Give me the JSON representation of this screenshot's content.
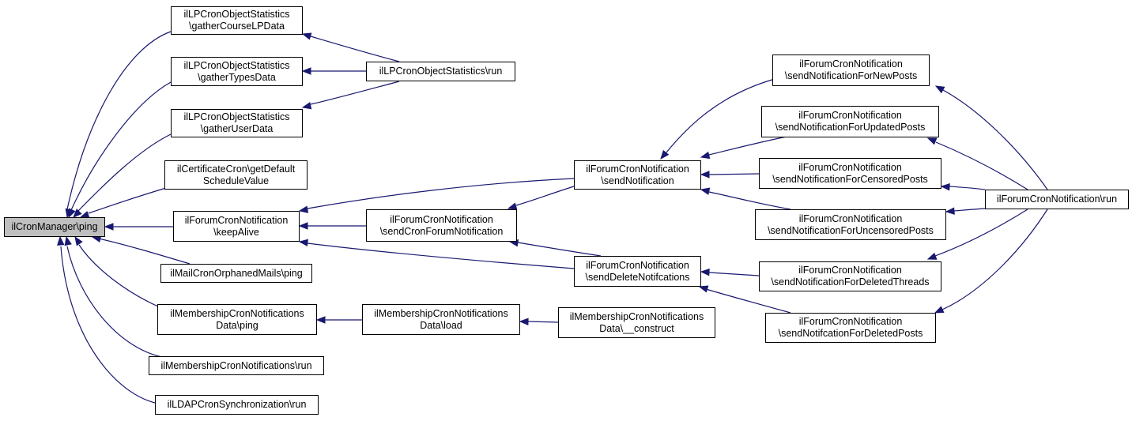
{
  "colors": {
    "edge": "#191970",
    "border": "#000000",
    "node_fill": "#ffffff",
    "root_fill": "#bfbfbf"
  },
  "nodes": {
    "cron_manager_ping": [
      "ilCronManager\\ping"
    ],
    "lp_gather_course": [
      "ilLPCronObjectStatistics",
      "\\gatherCourseLPData"
    ],
    "lp_gather_types": [
      "ilLPCronObjectStatistics",
      "\\gatherTypesData"
    ],
    "lp_gather_user": [
      "ilLPCronObjectStatistics",
      "\\gatherUserData"
    ],
    "lp_run": [
      "ilLPCronObjectStatistics\\run"
    ],
    "cert_get_default": [
      "ilCertificateCron\\getDefault",
      "ScheduleValue"
    ],
    "forum_keep_alive": [
      "ilForumCronNotification",
      "\\keepAlive"
    ],
    "forum_send_cron": [
      "ilForumCronNotification",
      "\\sendCronForumNotification"
    ],
    "forum_send_notification": [
      "ilForumCronNotification",
      "\\sendNotification"
    ],
    "forum_send_delete": [
      "ilForumCronNotification",
      "\\sendDeleteNotifcations"
    ],
    "forum_new_posts": [
      "ilForumCronNotification",
      "\\sendNotificationForNewPosts"
    ],
    "forum_updated_posts": [
      "ilForumCronNotification",
      "\\sendNotificationForUpdatedPosts"
    ],
    "forum_censored_posts": [
      "ilForumCronNotification",
      "\\sendNotificationForCensoredPosts"
    ],
    "forum_uncensored_posts": [
      "ilForumCronNotification",
      "\\sendNotificationForUncensoredPosts"
    ],
    "forum_deleted_threads": [
      "ilForumCronNotification",
      "\\sendNotificationForDeletedThreads"
    ],
    "forum_deleted_posts": [
      "ilForumCronNotification",
      "\\sendNotifcationForDeletedPosts"
    ],
    "forum_run": [
      "ilForumCronNotification\\run"
    ],
    "mail_orphaned_ping": [
      "ilMailCronOrphanedMails\\ping"
    ],
    "membership_data_ping": [
      "ilMembershipCronNotifications",
      "Data\\ping"
    ],
    "membership_data_load": [
      "ilMembershipCronNotifications",
      "Data\\load"
    ],
    "membership_data_construct": [
      "ilMembershipCronNotifications",
      "Data\\__construct"
    ],
    "membership_run": [
      "ilMembershipCronNotifications\\run"
    ],
    "ldap_run": [
      "ilLDAPCronSynchronization\\run"
    ]
  },
  "edges": [
    [
      "lp_gather_course",
      "cron_manager_ping"
    ],
    [
      "lp_gather_types",
      "cron_manager_ping"
    ],
    [
      "lp_gather_user",
      "cron_manager_ping"
    ],
    [
      "cert_get_default",
      "cron_manager_ping"
    ],
    [
      "forum_keep_alive",
      "cron_manager_ping"
    ],
    [
      "mail_orphaned_ping",
      "cron_manager_ping"
    ],
    [
      "membership_data_ping",
      "cron_manager_ping"
    ],
    [
      "membership_run",
      "cron_manager_ping"
    ],
    [
      "ldap_run",
      "cron_manager_ping"
    ],
    [
      "lp_run",
      "lp_gather_course"
    ],
    [
      "lp_run",
      "lp_gather_types"
    ],
    [
      "lp_run",
      "lp_gather_user"
    ],
    [
      "forum_send_notification",
      "forum_keep_alive"
    ],
    [
      "forum_send_cron",
      "forum_keep_alive"
    ],
    [
      "forum_send_delete",
      "forum_keep_alive"
    ],
    [
      "forum_send_notification",
      "forum_send_cron"
    ],
    [
      "forum_send_delete",
      "forum_send_cron"
    ],
    [
      "forum_new_posts",
      "forum_send_notification"
    ],
    [
      "forum_updated_posts",
      "forum_send_notification"
    ],
    [
      "forum_censored_posts",
      "forum_send_notification"
    ],
    [
      "forum_uncensored_posts",
      "forum_send_notification"
    ],
    [
      "forum_deleted_threads",
      "forum_send_delete"
    ],
    [
      "forum_deleted_posts",
      "forum_send_delete"
    ],
    [
      "forum_run",
      "forum_new_posts"
    ],
    [
      "forum_run",
      "forum_updated_posts"
    ],
    [
      "forum_run",
      "forum_censored_posts"
    ],
    [
      "forum_run",
      "forum_uncensored_posts"
    ],
    [
      "forum_run",
      "forum_deleted_threads"
    ],
    [
      "forum_run",
      "forum_deleted_posts"
    ],
    [
      "membership_data_load",
      "membership_data_ping"
    ],
    [
      "membership_data_construct",
      "membership_data_load"
    ]
  ]
}
